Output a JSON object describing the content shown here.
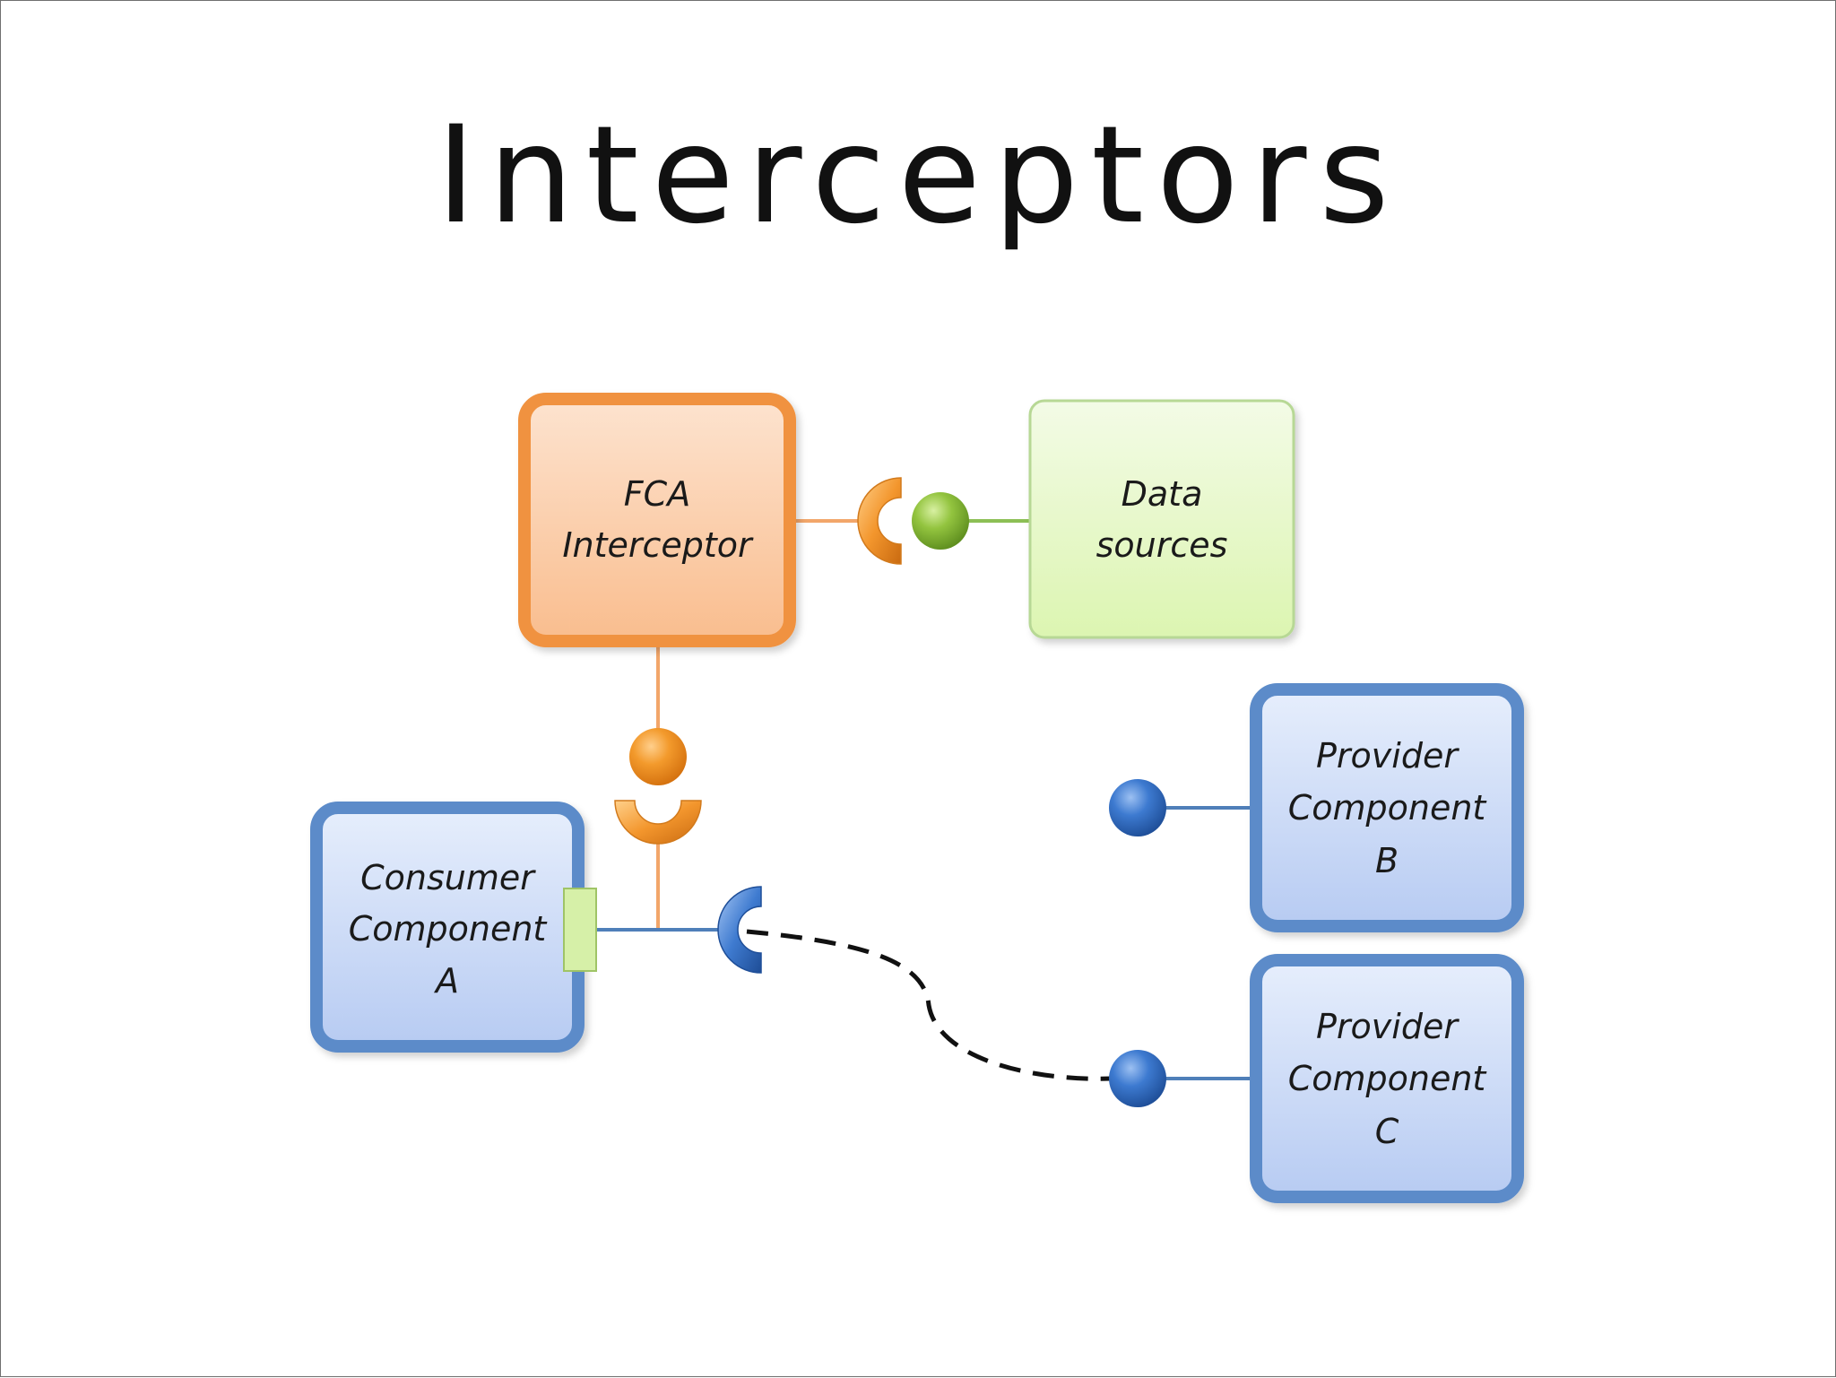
{
  "slide": {
    "title": "Interceptors"
  },
  "diagram": {
    "nodes": {
      "fca_interceptor": {
        "lines": [
          "FCA",
          "Interceptor"
        ],
        "fill_top": "#fde3cf",
        "fill_bottom": "#f9bd8e",
        "border": "#f0923f"
      },
      "data_sources": {
        "lines": [
          "Data",
          "sources"
        ],
        "fill_top": "#f3fbe6",
        "fill_bottom": "#dcf5b1",
        "border": "#b7d895"
      },
      "consumer_a": {
        "lines": [
          "Consumer",
          "Component",
          "A"
        ],
        "fill_top": "#e3ecfb",
        "fill_bottom": "#b9cdf3",
        "border": "#5b8bc9"
      },
      "provider_b": {
        "lines": [
          "Provider",
          "Component",
          "B"
        ],
        "fill_top": "#e3ecfb",
        "fill_bottom": "#b9cdf3",
        "border": "#5b8bc9"
      },
      "provider_c": {
        "lines": [
          "Provider",
          "Component",
          "C"
        ],
        "fill_top": "#e3ecfb",
        "fill_bottom": "#b9cdf3",
        "border": "#5b8bc9"
      }
    },
    "colors": {
      "orange_line": "#f2a66a",
      "blue_line": "#4f7fb9",
      "green_line": "#8cbf55",
      "dashed_connector": "#111111",
      "green_port": "#d6f0a8"
    }
  }
}
